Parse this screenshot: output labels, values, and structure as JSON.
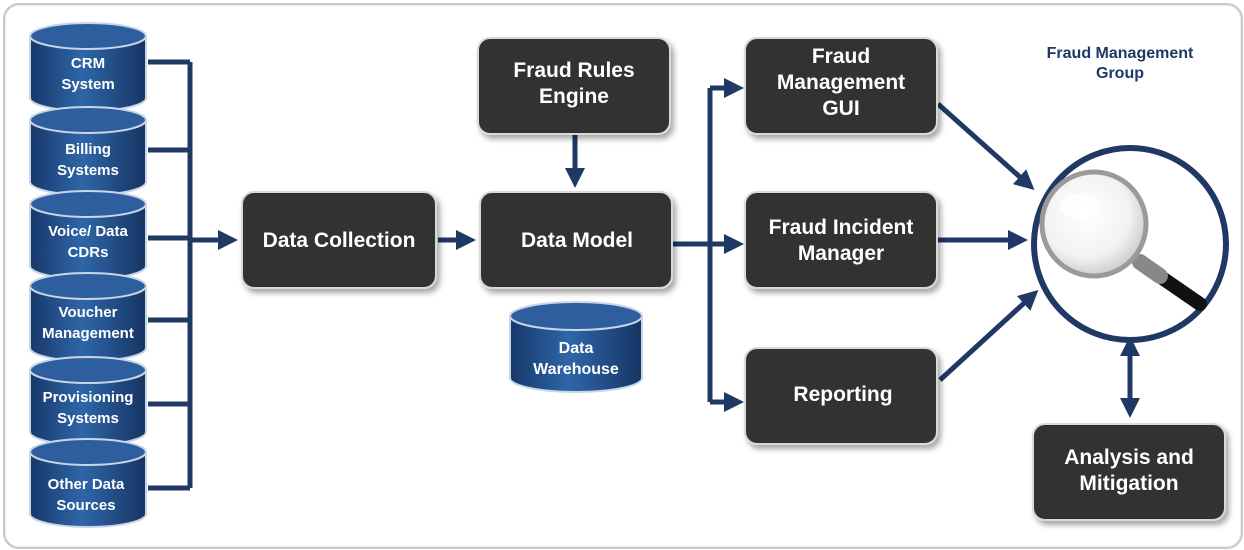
{
  "sources": [
    {
      "line1": "CRM",
      "line2": "System"
    },
    {
      "line1": "Billing",
      "line2": "Systems"
    },
    {
      "line1": "Voice/ Data",
      "line2": "CDRs"
    },
    {
      "line1": "Voucher",
      "line2": "Management"
    },
    {
      "line1": "Provisioning",
      "line2": "Systems"
    },
    {
      "line1": "Other Data",
      "line2": "Sources"
    }
  ],
  "data_collection": "Data Collection",
  "data_model": "Data Model",
  "fraud_rules_engine": {
    "line1": "Fraud Rules",
    "line2": "Engine"
  },
  "data_warehouse": {
    "line1": "Data",
    "line2": "Warehouse"
  },
  "fraud_management_gui": {
    "line1": "Fraud",
    "line2": "Management",
    "line3": "GUI"
  },
  "fraud_incident_manager": {
    "line1": "Fraud Incident",
    "line2": "Manager"
  },
  "reporting": "Reporting",
  "group_label": {
    "line1": "Fraud Management",
    "line2": "Group"
  },
  "analysis_mitigation": {
    "line1": "Analysis and",
    "line2": "Mitigation"
  },
  "colors": {
    "box_fill": "#333333",
    "db_fill": "#1f4e8c",
    "arrow": "#1f3864",
    "label": "#1f3864"
  }
}
